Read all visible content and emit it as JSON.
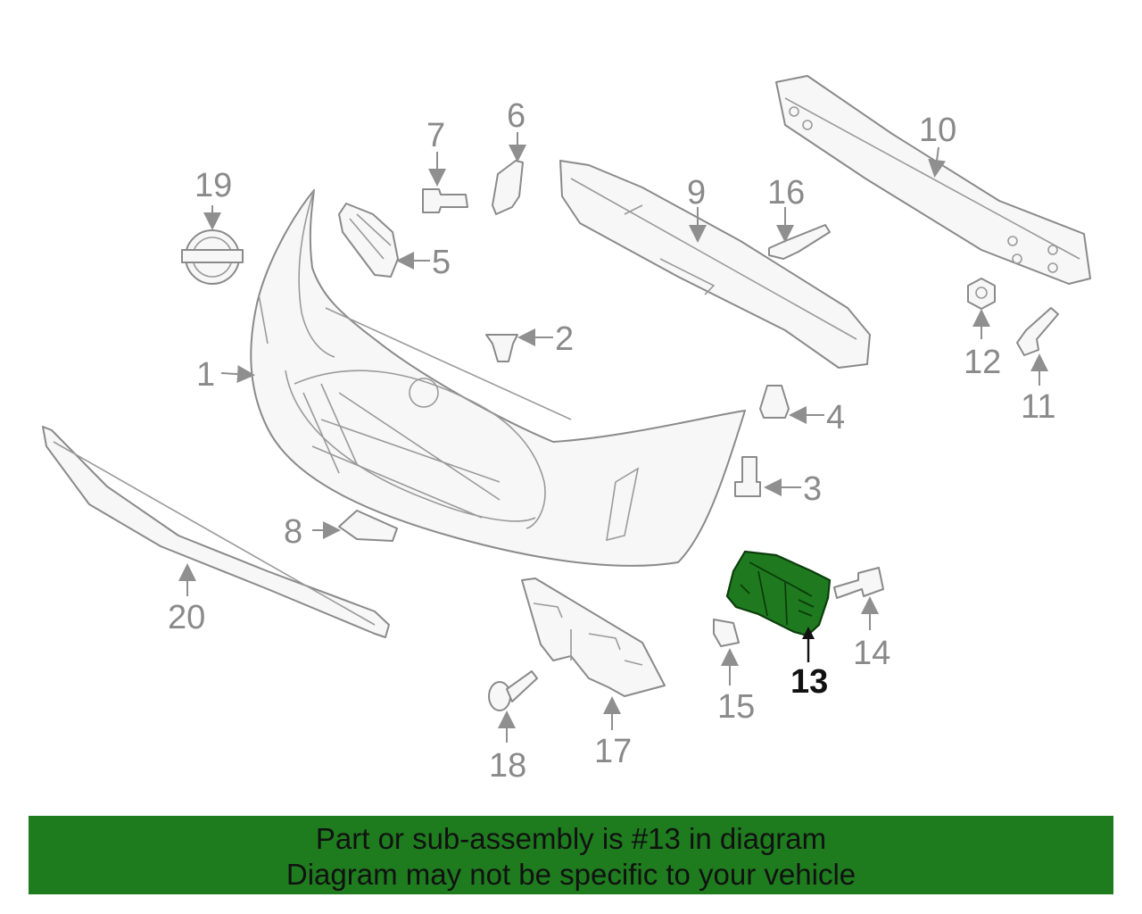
{
  "callouts": {
    "p1": "1",
    "p2": "2",
    "p3": "3",
    "p4": "4",
    "p5": "5",
    "p6": "6",
    "p7": "7",
    "p8": "8",
    "p9": "9",
    "p10": "10",
    "p11": "11",
    "p12": "12",
    "p13": "13",
    "p14": "14",
    "p15": "15",
    "p16": "16",
    "p17": "17",
    "p18": "18",
    "p19": "19",
    "p20": "20"
  },
  "banner": {
    "line1": "Part or sub-assembly is #13 in diagram",
    "line2": "Diagram may not be specific to your vehicle"
  },
  "colors": {
    "highlight": "#1f7a1f",
    "banner": "#1e7b1e",
    "line": "#8a8a8a"
  }
}
